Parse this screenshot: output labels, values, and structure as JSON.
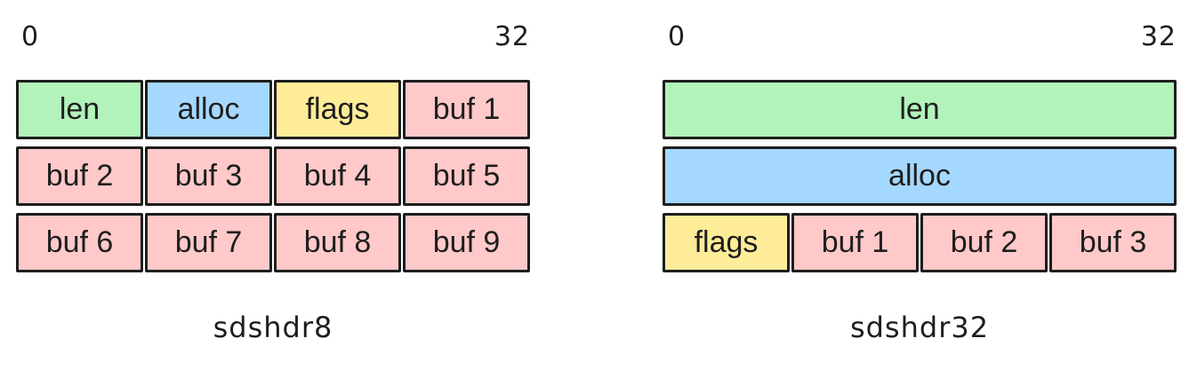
{
  "colors": {
    "green": "#b2f2bb",
    "blue": "#a5d8ff",
    "yellow": "#ffec99",
    "pink": "#ffc9c9",
    "stroke": "#1e1e1e"
  },
  "diagrams": [
    {
      "axis_start": "0",
      "axis_end": "32",
      "caption": "sdshdr8",
      "rows": [
        [
          {
            "label": "len",
            "color": "#b2f2bb",
            "span": 1
          },
          {
            "label": "alloc",
            "color": "#a5d8ff",
            "span": 1
          },
          {
            "label": "flags",
            "color": "#ffec99",
            "span": 1
          },
          {
            "label": "buf 1",
            "color": "#ffc9c9",
            "span": 1
          }
        ],
        [
          {
            "label": "buf 2",
            "color": "#ffc9c9",
            "span": 1
          },
          {
            "label": "buf 3",
            "color": "#ffc9c9",
            "span": 1
          },
          {
            "label": "buf 4",
            "color": "#ffc9c9",
            "span": 1
          },
          {
            "label": "buf 5",
            "color": "#ffc9c9",
            "span": 1
          }
        ],
        [
          {
            "label": "buf 6",
            "color": "#ffc9c9",
            "span": 1
          },
          {
            "label": "buf 7",
            "color": "#ffc9c9",
            "span": 1
          },
          {
            "label": "buf 8",
            "color": "#ffc9c9",
            "span": 1
          },
          {
            "label": "buf 9",
            "color": "#ffc9c9",
            "span": 1
          }
        ]
      ]
    },
    {
      "axis_start": "0",
      "axis_end": "32",
      "caption": "sdshdr32",
      "rows": [
        [
          {
            "label": "len",
            "color": "#b2f2bb",
            "span": 4
          }
        ],
        [
          {
            "label": "alloc",
            "color": "#a5d8ff",
            "span": 4
          }
        ],
        [
          {
            "label": "flags",
            "color": "#ffec99",
            "span": 1
          },
          {
            "label": "buf 1",
            "color": "#ffc9c9",
            "span": 1
          },
          {
            "label": "buf 2",
            "color": "#ffc9c9",
            "span": 1
          },
          {
            "label": "buf 3",
            "color": "#ffc9c9",
            "span": 1
          }
        ]
      ]
    }
  ]
}
